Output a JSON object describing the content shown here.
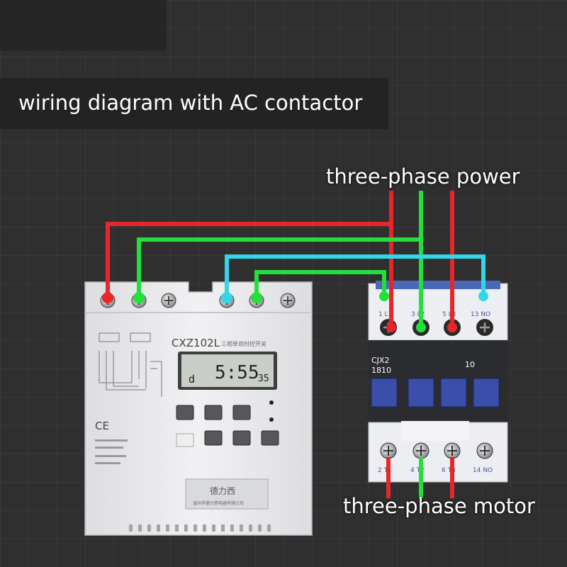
{
  "title": "wiring diagram with AC contactor",
  "labels": {
    "power": "three-phase power",
    "motor": "three-phase motor"
  },
  "timer": {
    "model": "CXZ102L",
    "subtitle": "三相单双时控开关",
    "display_day": "d",
    "display_time": "5:55",
    "display_seconds": "35",
    "ce_mark": "CE",
    "logo_text": "德力西",
    "manufacturer_text": "温州市德力西电器有限公司"
  },
  "contactor": {
    "model": "CJX2",
    "rating": "1810",
    "aux_label": "10",
    "top_terminals": [
      "1 L1",
      "3 L2",
      "5 L3",
      "13 NO"
    ],
    "bottom_terminals": [
      "2 T1",
      "4 T2",
      "6 T3",
      "14 NO"
    ]
  },
  "colors": {
    "red": "#e8262a",
    "green": "#22e03a",
    "cyan": "#33d6e8"
  }
}
